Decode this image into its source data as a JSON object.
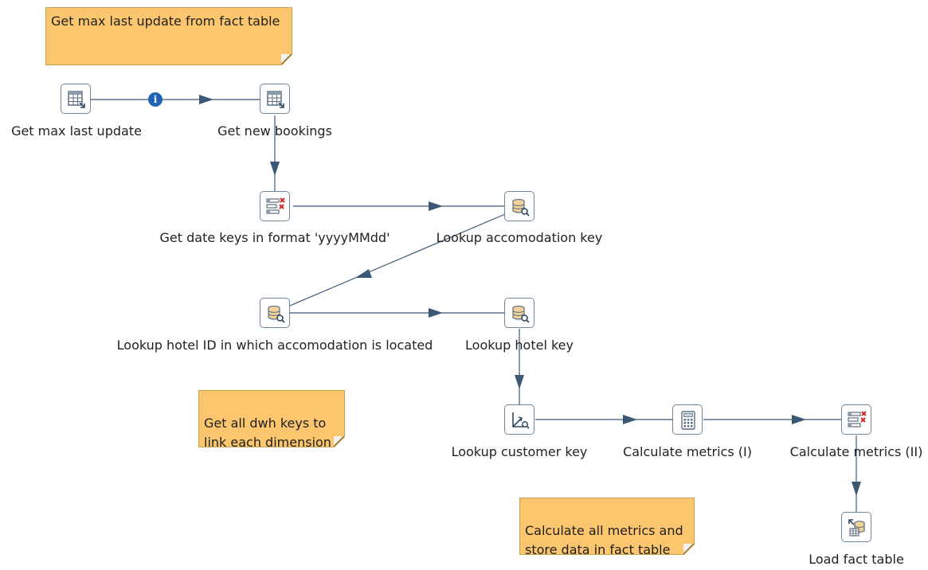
{
  "colors": {
    "note_fill": "#fcc66f",
    "hop_color": "#3b5875",
    "step_border": "#6f87a0",
    "info_badge": "#1f64b3"
  },
  "notes": [
    {
      "id": "note-max-update",
      "text": "Get max last update from fact table"
    },
    {
      "id": "note-dwh-keys",
      "text": "Get all dwh keys to\nlink each dimension"
    },
    {
      "id": "note-metrics",
      "text": "Calculate all metrics and\nstore data in fact table"
    }
  ],
  "steps": [
    {
      "id": "get-max-last-update",
      "label": "Get max last update",
      "icon": "table-input-icon"
    },
    {
      "id": "get-new-bookings",
      "label": "Get new bookings",
      "icon": "table-input-icon"
    },
    {
      "id": "get-date-keys",
      "label": "Get date keys in format 'yyyyMMdd'",
      "icon": "select-values-icon"
    },
    {
      "id": "lookup-accomodation-key",
      "label": "Lookup accomodation key",
      "icon": "database-lookup-icon"
    },
    {
      "id": "lookup-hotel-id",
      "label": "Lookup hotel ID in which accomodation is located",
      "icon": "database-lookup-icon"
    },
    {
      "id": "lookup-hotel-key",
      "label": "Lookup hotel key",
      "icon": "database-lookup-icon"
    },
    {
      "id": "lookup-customer-key",
      "label": "Lookup customer key",
      "icon": "dimension-lookup-icon"
    },
    {
      "id": "calculate-metrics-1",
      "label": "Calculate metrics (I)",
      "icon": "calculator-icon"
    },
    {
      "id": "calculate-metrics-2",
      "label": "Calculate metrics (II)",
      "icon": "select-values-icon"
    },
    {
      "id": "load-fact-table",
      "label": "Load fact table",
      "icon": "table-output-icon"
    }
  ],
  "hops": [
    {
      "from": "get-max-last-update",
      "to": "get-new-bookings",
      "badge": "info-icon"
    },
    {
      "from": "get-new-bookings",
      "to": "get-date-keys"
    },
    {
      "from": "get-date-keys",
      "to": "lookup-accomodation-key"
    },
    {
      "from": "lookup-accomodation-key",
      "to": "lookup-hotel-id"
    },
    {
      "from": "lookup-hotel-id",
      "to": "lookup-hotel-key"
    },
    {
      "from": "lookup-hotel-key",
      "to": "lookup-customer-key"
    },
    {
      "from": "lookup-customer-key",
      "to": "calculate-metrics-1"
    },
    {
      "from": "calculate-metrics-1",
      "to": "calculate-metrics-2"
    },
    {
      "from": "calculate-metrics-2",
      "to": "load-fact-table"
    }
  ],
  "info_badge_glyph": "i"
}
